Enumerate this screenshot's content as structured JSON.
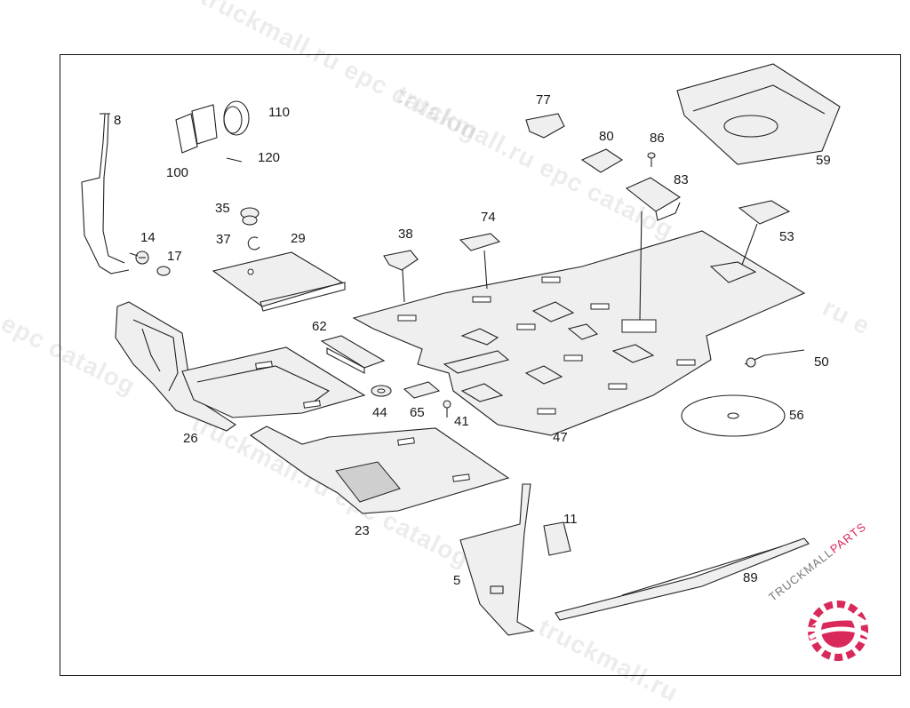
{
  "watermark": {
    "segments": [
      "truckmall.ru epc catalog",
      "truckmall.ru epc catalog",
      "l epc catalog",
      "truckmall.ru epc catalog",
      "truckmall.ru"
    ],
    "right_edge": "ru e"
  },
  "logo": {
    "word_gray": "TRUCKMALL",
    "word_red": "PARTS",
    "text_color": "#7a7a7a",
    "accent_color": "#d9285a"
  },
  "parts": {
    "p8": "8",
    "p14": "14",
    "p17": "17",
    "p100": "100",
    "p110": "110",
    "p120": "120",
    "p35": "35",
    "p37": "37",
    "p29": "29",
    "p38": "38",
    "p74": "74",
    "p77": "77",
    "p80": "80",
    "p86": "86",
    "p83": "83",
    "p59": "59",
    "p53": "53",
    "p50": "50",
    "p62": "62",
    "p44": "44",
    "p65": "65",
    "p41": "41",
    "p47": "47",
    "p56": "56",
    "p26": "26",
    "p23": "23",
    "p11": "11",
    "p5": "5",
    "p89": "89"
  }
}
